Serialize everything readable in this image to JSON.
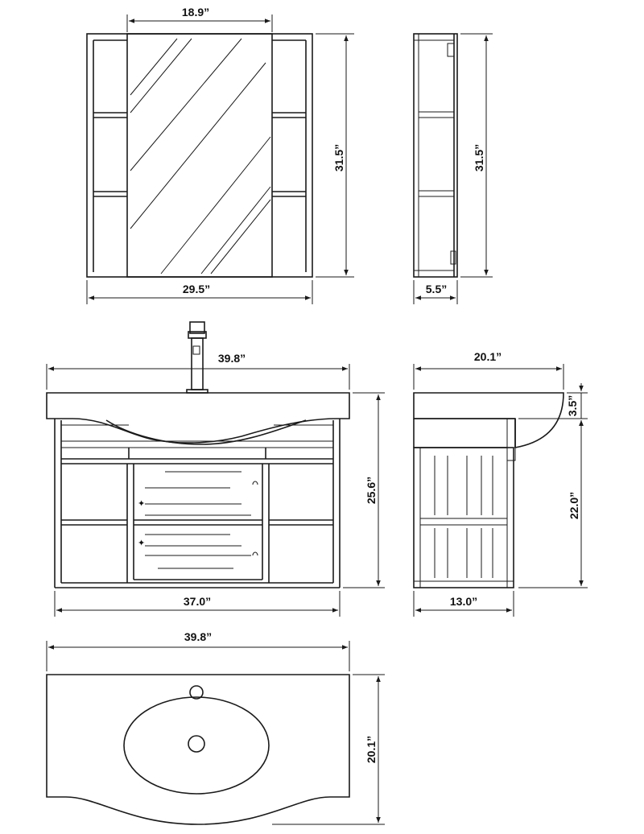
{
  "dimensions": {
    "mirror_glass_width": "18.9”",
    "mirror_cabinet_height": "31.5”",
    "mirror_cabinet_width": "29.5”",
    "mirror_side_height": "31.5”",
    "mirror_side_depth": "5.5”",
    "vanity_top_width": "39.8”",
    "vanity_total_height": "25.6”",
    "vanity_cabinet_width": "37.0”",
    "vanity_side_depth": "20.1”",
    "vanity_top_thickness": "3.5”",
    "vanity_cabinet_height": "22.0”",
    "vanity_cabinet_depth": "13.0”",
    "sink_top_width": "39.8”",
    "sink_top_depth": "20.1”"
  }
}
